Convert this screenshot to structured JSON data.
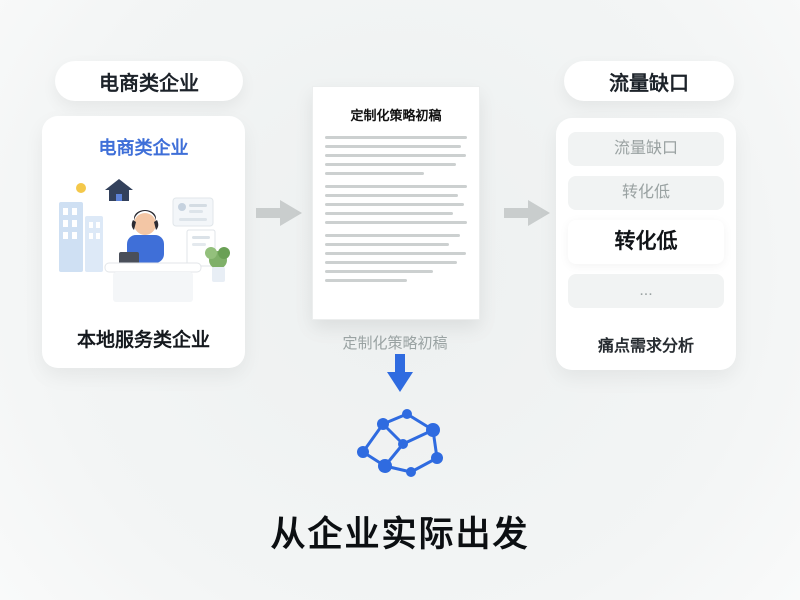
{
  "left": {
    "pill_label": "电商类企业",
    "card_title": "电商类企业",
    "card_caption": "本地服务类企业"
  },
  "middle": {
    "doc_title": "定制化策略初稿",
    "caption": "定制化策略初稿"
  },
  "right": {
    "pill_label": "流量缺口",
    "items": [
      {
        "label": "流量缺口",
        "highlight": false
      },
      {
        "label": "转化低",
        "highlight": false
      },
      {
        "label": "转化低",
        "highlight": true
      },
      {
        "label": "...",
        "highlight": false
      }
    ],
    "caption": "痛点需求分析"
  },
  "bottom": {
    "title": "从企业实际出发"
  },
  "colors": {
    "accent_blue": "#2f6be0",
    "title_blue": "#3f6fd8",
    "arrow_gray": "#c9cdcd",
    "background": "#f0f2f2"
  }
}
